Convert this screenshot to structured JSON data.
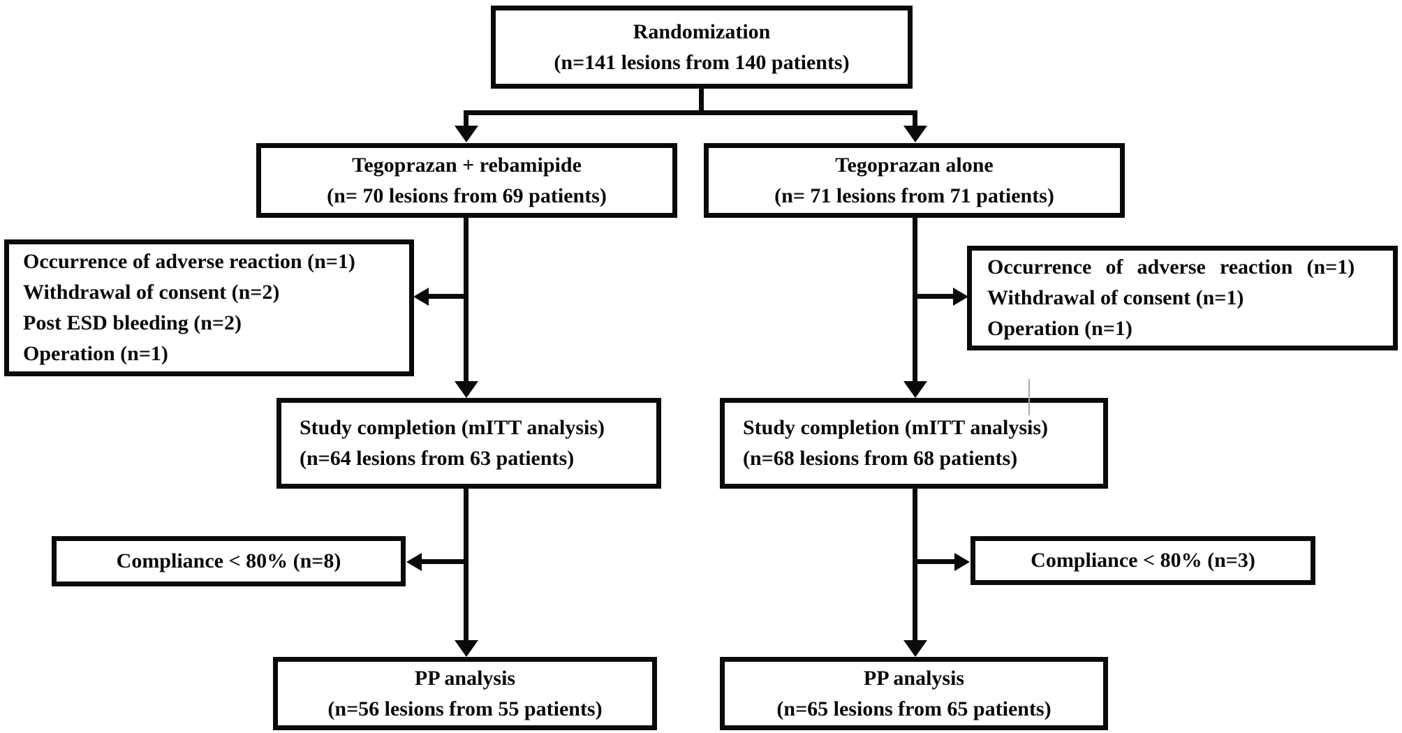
{
  "figure": {
    "type": "consort-flow-diagram",
    "colors": {
      "line": "#0a0a0a",
      "text": "#0a0a0a",
      "background": "#ffffff"
    }
  },
  "flowchart": {
    "randomization": {
      "line1": "Randomization",
      "line2": "(n=141 lesions from 140 patients)"
    },
    "arm_left": {
      "line1": "Tegoprazan + rebamipide",
      "line2": "(n= 70 lesions from 69 patients)"
    },
    "arm_right": {
      "line1": "Tegoprazan alone",
      "line2": "(n= 71 lesions from 71 patients)"
    },
    "excluded_left": {
      "line1": "Occurrence of adverse reaction (n=1)",
      "line2": "Withdrawal of consent (n=2)",
      "line3": "Post ESD bleeding (n=2)",
      "line4": "Operation (n=1)"
    },
    "excluded_right": {
      "line1": "Occurrence of adverse reaction (n=1)",
      "line2": "Withdrawal of consent (n=1)",
      "line3": "Operation (n=1)"
    },
    "mitt_left": {
      "line1": "Study completion (mITT analysis)",
      "line2": "(n=64 lesions from 63 patients)"
    },
    "mitt_right": {
      "line1": "Study completion (mITT analysis)",
      "line2": "(n=68 lesions from 68 patients)"
    },
    "compliance_left": {
      "line1": "Compliance < 80% (n=8)"
    },
    "compliance_right": {
      "line1": "Compliance < 80% (n=3)"
    },
    "pp_left": {
      "line1": "PP analysis",
      "line2": "(n=56 lesions from 55 patients)"
    },
    "pp_right": {
      "line1": "PP analysis",
      "line2": "(n=65 lesions from 65 patients)"
    }
  }
}
